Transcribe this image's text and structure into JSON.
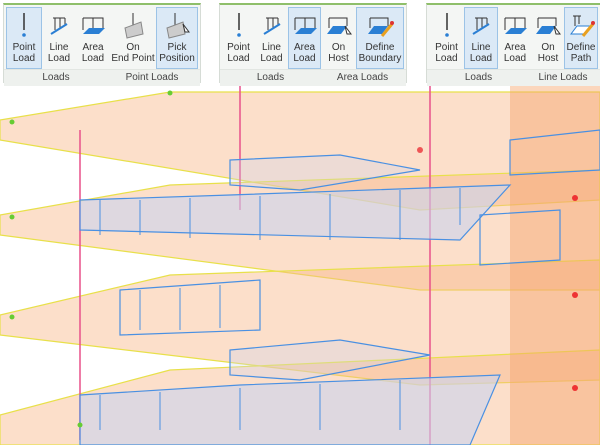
{
  "panels": [
    {
      "buttons": [
        {
          "l1": "Point",
          "l2": "Load",
          "icon": "point-load-icon",
          "selected": true
        },
        {
          "l1": "Line",
          "l2": "Load",
          "icon": "line-load-icon",
          "selected": false
        },
        {
          "l1": "Area",
          "l2": "Load",
          "icon": "area-load-icon",
          "selected": false
        },
        {
          "l1": "On",
          "l2": "End Point",
          "icon": "on-end-point-icon",
          "selected": false
        },
        {
          "l1": "Pick",
          "l2": "Position",
          "icon": "pick-position-icon",
          "selected": true
        }
      ],
      "groups": [
        "Loads",
        "Point Loads"
      ]
    },
    {
      "buttons": [
        {
          "l1": "Point",
          "l2": "Load",
          "icon": "point-load-icon",
          "selected": false
        },
        {
          "l1": "Line",
          "l2": "Load",
          "icon": "line-load-icon",
          "selected": false
        },
        {
          "l1": "Area",
          "l2": "Load",
          "icon": "area-load-icon",
          "selected": true
        },
        {
          "l1": "On",
          "l2": "Host",
          "icon": "on-host-icon",
          "selected": false
        },
        {
          "l1": "Define",
          "l2": "Boundary",
          "icon": "define-boundary-icon",
          "selected": true
        }
      ],
      "groups": [
        "Loads",
        "Area Loads"
      ]
    },
    {
      "buttons": [
        {
          "l1": "Point",
          "l2": "Load",
          "icon": "point-load-icon",
          "selected": false
        },
        {
          "l1": "Line",
          "l2": "Load",
          "icon": "line-load-icon",
          "selected": true
        },
        {
          "l1": "Area",
          "l2": "Load",
          "icon": "area-load-icon",
          "selected": false
        },
        {
          "l1": "On",
          "l2": "Host",
          "icon": "on-host-icon",
          "selected": false
        },
        {
          "l1": "Define",
          "l2": "Path",
          "icon": "define-path-icon",
          "selected": true
        }
      ],
      "groups": [
        "Loads",
        "Line Loads"
      ]
    }
  ],
  "colors": {
    "slab": "#f9c9a4",
    "edge": "#e8e04a",
    "load": "#4a90e2",
    "column": "#e8508a"
  }
}
